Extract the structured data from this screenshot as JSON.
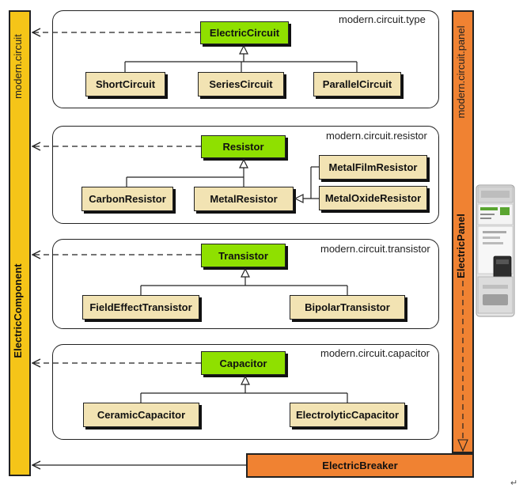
{
  "bars": {
    "electric_component": "ElectricComponent",
    "modern_circuit": "modern.circuit",
    "modern_circuit_panel": "modern.circuit.panel",
    "electric_panel": "ElectricPanel",
    "electric_breaker": "ElectricBreaker"
  },
  "packages": {
    "type": {
      "label": "modern.circuit.type",
      "base": "ElectricCircuit",
      "subs": [
        "ShortCircuit",
        "SeriesCircuit",
        "ParallelCircuit"
      ]
    },
    "resistor": {
      "label": "modern.circuit.resistor",
      "base": "Resistor",
      "subs": [
        "CarbonResistor",
        "MetalResistor"
      ],
      "metal_subs": [
        "MetalFilmResistor",
        "MetalOxideResistor"
      ]
    },
    "transistor": {
      "label": "modern.circuit.transistor",
      "base": "Transistor",
      "subs": [
        "FieldEffectTransistor",
        "BipolarTransistor"
      ]
    },
    "capacitor": {
      "label": "modern.circuit.capacitor",
      "base": "Capacitor",
      "subs": [
        "CeramicCapacitor",
        "ElectrolyticCapacitor"
      ]
    }
  },
  "colors": {
    "base_class": "#8fe000",
    "sub_class": "#f2e3b3",
    "component_bar": "#f5c518",
    "panel_bar": "#f08232"
  },
  "footer_mark": "↵"
}
